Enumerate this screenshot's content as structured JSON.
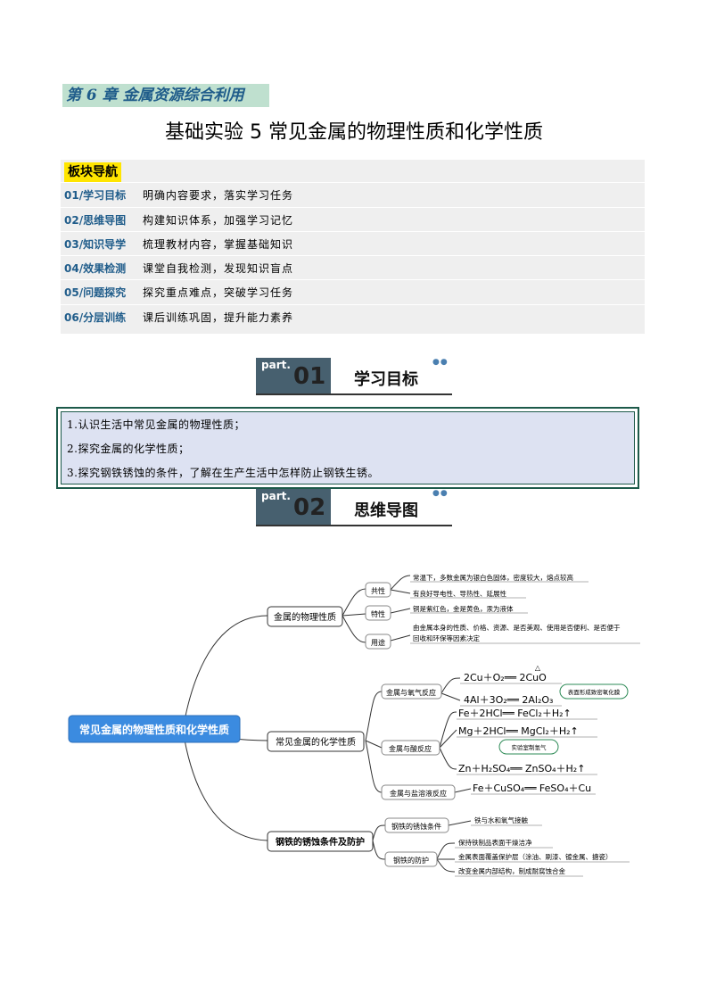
{
  "header": {
    "chapter": "第 6 章   金属资源综合利用",
    "title": "基础实验 5  常见金属的物理性质和化学性质"
  },
  "nav": {
    "title": "板块导航",
    "items": [
      {
        "code": "01/学习目标",
        "desc": "明确内容要求，落实学习任务"
      },
      {
        "code": "02/思维导图",
        "desc": "构建知识体系，加强学习记忆"
      },
      {
        "code": "03/知识导学",
        "desc": "梳理教材内容，掌握基础知识"
      },
      {
        "code": "04/效果检测",
        "desc": "课堂自我检测，发现知识盲点"
      },
      {
        "code": "05/问题探究",
        "desc": "探究重点难点，突破学习任务"
      },
      {
        "code": "06/分层训练",
        "desc": "课后训练巩固，提升能力素养"
      }
    ]
  },
  "part1": {
    "tab": "part.",
    "num": "01",
    "label": "学习目标"
  },
  "goals": [
    "1.认识生活中常见金属的物理性质；",
    "2.探究金属的化学性质；",
    "3.探究钢铁锈蚀的条件，了解在生产生活中怎样防止钢铁生锈。"
  ],
  "part2": {
    "tab": "part.",
    "num": "02",
    "label": "思维导图"
  },
  "mindmap": {
    "root": "常见金属的物理性质和化学性质",
    "branch1": {
      "label": "金属的物理性质",
      "common": "共性",
      "common_items": [
        "常温下，多数金属为银白色固体，密度较大，熔点较高",
        "有良好导电性、导热性、延展性"
      ],
      "special": "特性",
      "special_item": "铜是紫红色，金是黄色，汞为液体",
      "use": "用途",
      "use_lines": [
        "由金属本身的性质、价格、资源、是否美观、使用是否便利、是否便于",
        "回收和环保等因素决定"
      ]
    },
    "branch2": {
      "label": "常见金属的化学性质",
      "oxygen": "金属与氧气反应",
      "oxygen_heat": "△",
      "eq1": "2Cu＋O₂══ 2CuO",
      "eq2": "4Al＋3O₂══ 2Al₂O₃",
      "note_oxide": "表面形成致密氧化膜",
      "acid": "金属与酸反应",
      "eq3": "Fe＋2HCl══ FeCl₂＋H₂↑",
      "eq4": "Mg＋2HCl══ MgCl₂＋H₂↑",
      "note_h2": "实验室制氢气",
      "eq5": "Zn＋H₂SO₄══ ZnSO₄＋H₂↑",
      "salt": "金属与盐溶液反应",
      "eq6": "Fe＋CuSO₄══ FeSO₄＋Cu"
    },
    "branch3": {
      "label": "钢铁的锈蚀条件及防护",
      "rust": "钢铁的锈蚀条件",
      "rust_item": "铁与水和氧气接触",
      "protect": "钢铁的防护",
      "protect_items": [
        "保持铁制品表面干燥洁净",
        "金属表面覆盖保护层（涂油、刷漆、镀金属、搪瓷）",
        "改变金属内部结构，制成耐腐蚀合金"
      ]
    }
  },
  "colors": {
    "accent": "#1f5c8a",
    "root_fill": "#3b8be0",
    "chapter_bg": "#bfe0cf",
    "nav_title_bg": "#ffe500",
    "goal_bg": "#dde2f2",
    "part_tab": "#47606f"
  }
}
